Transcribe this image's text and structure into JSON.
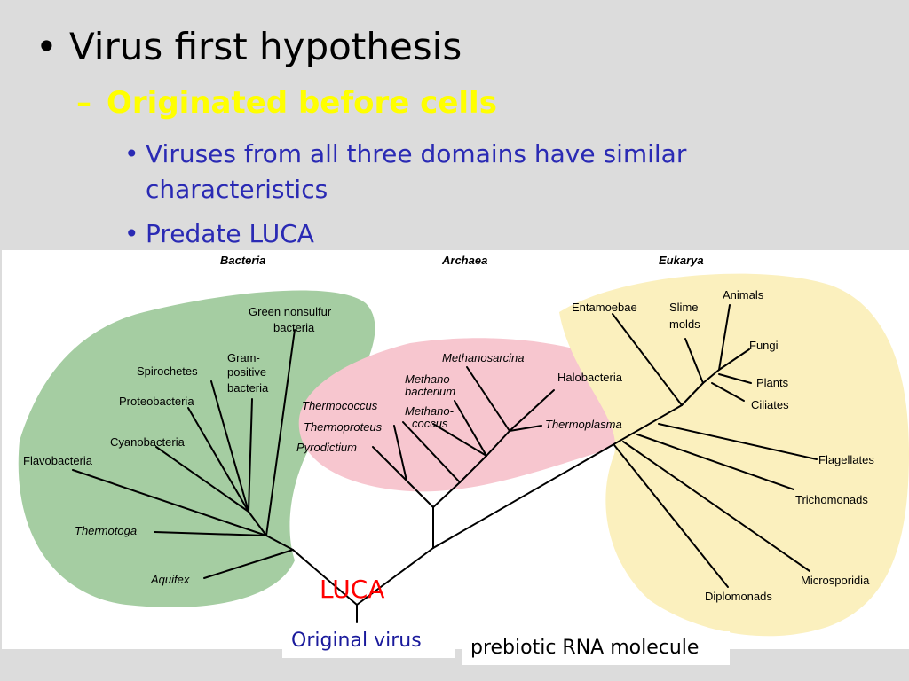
{
  "slide": {
    "bullet_main": "•",
    "title": "Virus first hypothesis",
    "dash": "–",
    "subtitle": "Originated before cells",
    "points": [
      {
        "bullet": "•",
        "text": "Viruses from all three domains have similar characteristics"
      },
      {
        "bullet": "•",
        "text": "Predate LUCA"
      }
    ],
    "colors": {
      "subtitle": "#ffff00",
      "points": "#2a2ab4",
      "luca": "#ff0000"
    }
  },
  "tree": {
    "domains": [
      "Bacteria",
      "Archaea",
      "Eukarya"
    ],
    "bacteria": [
      "Green nonsulfur",
      "bacteria",
      "Gram-",
      "positive",
      "bacteria",
      "Spirochetes",
      "Proteobacteria",
      "Cyanobacteria",
      "Flavobacteria",
      "Thermotoga",
      "Aquifex"
    ],
    "archaea": [
      "Methanosarcina",
      "Methano-",
      "bacterium",
      "Halobacteria",
      "Thermococcus",
      "Methano-",
      "coccus",
      "Thermoproteus",
      "Thermoplasma",
      "Pyrodictium"
    ],
    "eukarya": [
      "Entamoebae",
      "Slime",
      "molds",
      "Animals",
      "Fungi",
      "Plants",
      "Ciliates",
      "Flagellates",
      "Trichomonads",
      "Microsporidia",
      "Diplomonads"
    ],
    "region_colors": {
      "bacteria": "#a5cda2",
      "archaea": "#f7c6cf",
      "eukarya": "#fbf0be"
    }
  },
  "annotations": {
    "luca": "LUCA",
    "original_virus": "Original virus",
    "prebiotic": "prebiotic RNA molecule"
  }
}
